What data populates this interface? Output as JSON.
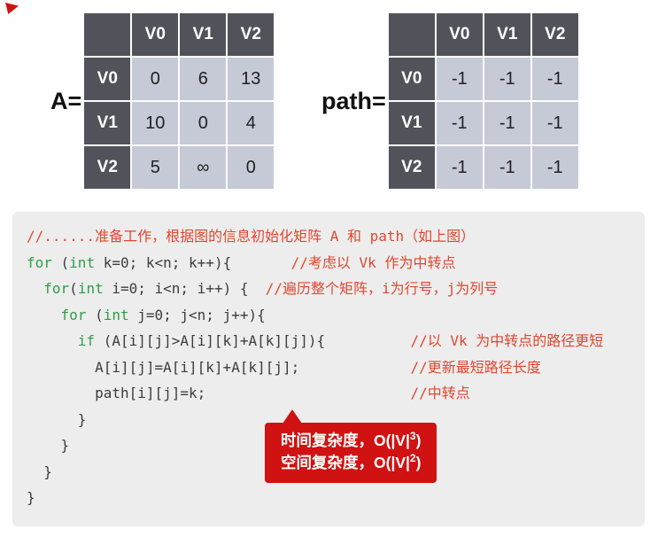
{
  "matrix_a": {
    "label": "A=",
    "col_headers": [
      "V0",
      "V1",
      "V2"
    ],
    "row_headers": [
      "V0",
      "V1",
      "V2"
    ],
    "rows": [
      [
        "0",
        "6",
        "13"
      ],
      [
        "10",
        "0",
        "4"
      ],
      [
        "5",
        "∞",
        "0"
      ]
    ]
  },
  "matrix_path": {
    "label": "path=",
    "col_headers": [
      "V0",
      "V1",
      "V2"
    ],
    "row_headers": [
      "V0",
      "V1",
      "V2"
    ],
    "rows": [
      [
        "-1",
        "-1",
        "-1"
      ],
      [
        "-1",
        "-1",
        "-1"
      ],
      [
        "-1",
        "-1",
        "-1"
      ]
    ]
  },
  "code": {
    "lines": [
      [
        {
          "t": "cm",
          "s": "//......准备工作，根据图的信息初始化矩阵 A 和 path（如上图）"
        }
      ],
      [
        {
          "t": "kw",
          "s": "for"
        },
        {
          "t": "pl",
          "s": " ("
        },
        {
          "t": "kw",
          "s": "int"
        },
        {
          "t": "pl",
          "s": " k=0; k<n; k++){       "
        },
        {
          "t": "cm",
          "s": "//考虑以 Vk 作为中转点"
        }
      ],
      [
        {
          "t": "pl",
          "s": "  "
        },
        {
          "t": "kw",
          "s": "for"
        },
        {
          "t": "pl",
          "s": "("
        },
        {
          "t": "kw",
          "s": "int"
        },
        {
          "t": "pl",
          "s": " i=0; i<n; i++) {  "
        },
        {
          "t": "cm",
          "s": "//遍历整个矩阵，i为行号，j为列号"
        }
      ],
      [
        {
          "t": "pl",
          "s": "    "
        },
        {
          "t": "kw",
          "s": "for"
        },
        {
          "t": "pl",
          "s": " ("
        },
        {
          "t": "kw",
          "s": "int"
        },
        {
          "t": "pl",
          "s": " j=0; j<n; j++){"
        }
      ],
      [
        {
          "t": "pl",
          "s": "      "
        },
        {
          "t": "kw",
          "s": "if"
        },
        {
          "t": "pl",
          "s": " (A[i][j]>A[i][k]+A[k][j]){          "
        },
        {
          "t": "cm",
          "s": "//以 Vk 为中转点的路径更短"
        }
      ],
      [
        {
          "t": "pl",
          "s": "        A[i][j]=A[i][k]+A[k][j];             "
        },
        {
          "t": "cm",
          "s": "//更新最短路径长度"
        }
      ],
      [
        {
          "t": "pl",
          "s": "        path[i][j]=k;                        "
        },
        {
          "t": "cm",
          "s": "//中转点"
        }
      ],
      [
        {
          "t": "pl",
          "s": "      }"
        }
      ],
      [
        {
          "t": "pl",
          "s": "    }"
        }
      ],
      [
        {
          "t": "pl",
          "s": "  }"
        }
      ],
      [
        {
          "t": "pl",
          "s": "}"
        }
      ]
    ]
  },
  "callout": {
    "lines": [
      [
        {
          "t": "txt",
          "s": "时间复杂度，O(|V|"
        },
        {
          "t": "sup",
          "s": "3"
        },
        {
          "t": "txt",
          "s": ")"
        }
      ],
      [
        {
          "t": "txt",
          "s": "空间复杂度，O(|V|"
        },
        {
          "t": "sup",
          "s": "2"
        },
        {
          "t": "txt",
          "s": ")"
        }
      ]
    ]
  },
  "colors": {
    "keyword": "#2f9e44",
    "comment": "#e0472f",
    "code_text": "#3c3c3c",
    "code_bg": "#ededed",
    "header_cell": "#52525a",
    "data_cell": "#c6cad6",
    "callout_bg": "#d01212",
    "marker": "#d01212"
  }
}
